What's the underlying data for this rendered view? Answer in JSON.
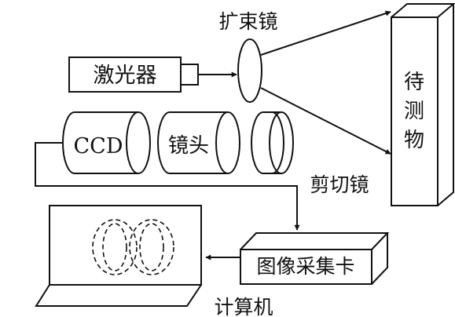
{
  "labels": {
    "laser": "激光器",
    "beam_expander": "扩束镜",
    "object": "待测物",
    "ccd": "CCD",
    "lens": "镜头",
    "shearing_mirror": "剪切镜",
    "capture_card": "图像采集卡",
    "computer": "计算机"
  },
  "colors": {
    "line": "#111111",
    "background": "#ffffff"
  }
}
